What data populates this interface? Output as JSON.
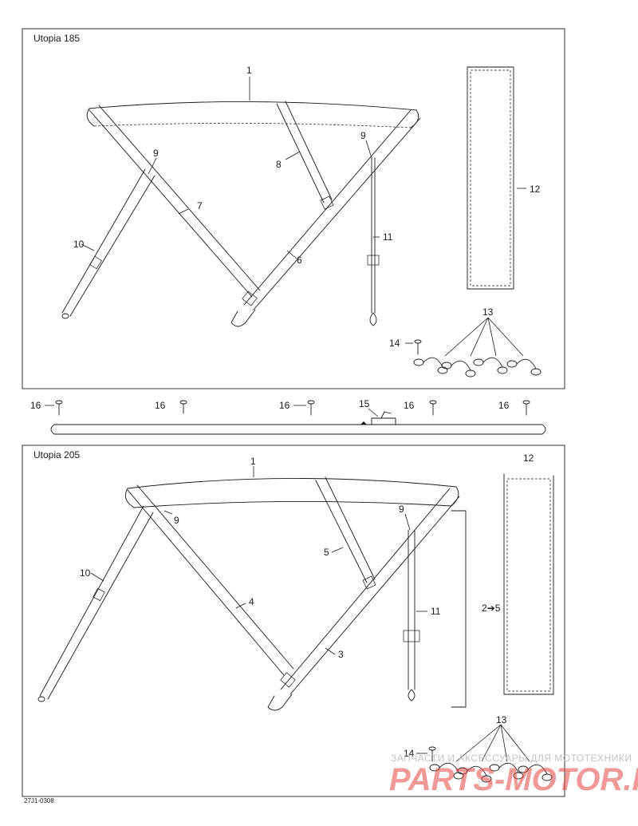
{
  "sections": [
    {
      "title": "Utopia 185",
      "callouts": [
        "1",
        "9",
        "8",
        "9",
        "7",
        "10",
        "6",
        "11",
        "12",
        "13",
        "14"
      ]
    },
    {
      "title": "Utopia 205",
      "callouts": [
        "1",
        "9",
        "9",
        "5",
        "10",
        "4",
        "11",
        "3",
        "12",
        "2➔5",
        "13",
        "14"
      ]
    }
  ],
  "track": {
    "callouts": [
      "16",
      "16",
      "16",
      "15",
      "16",
      "16"
    ]
  },
  "drawing_code": "27J1-0308",
  "watermark": {
    "line1": "ЗАПЧАСТИ И АКСЕССУАРЫ ДЛЯ МОТОТЕХНИКИ",
    "line2": "PARTS-MOTOR.RU"
  }
}
